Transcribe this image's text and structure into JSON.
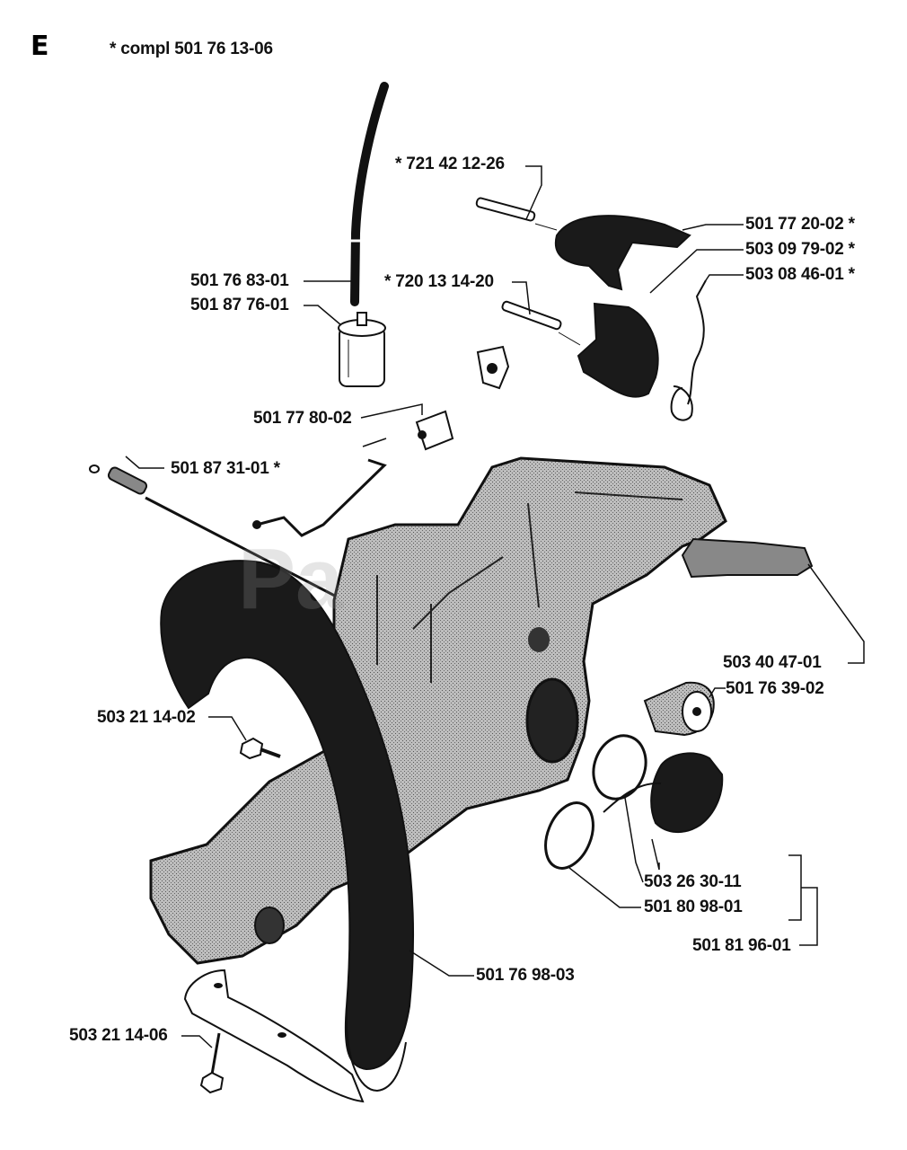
{
  "section_letter": "E",
  "kit_note": "* compl 501 76 13-06",
  "watermark": "Pa",
  "parts": {
    "p1": "* 721 42 12-26",
    "p2": "501 77 20-02 *",
    "p3": "503 09 79-02 *",
    "p4": "503 08 46-01 *",
    "p5": "501 76 83-01",
    "p6": "* 720 13 14-20",
    "p7": "501 87 76-01",
    "p8": "501 77 80-02",
    "p9": "501 87 31-01 *",
    "p10": "503 40 47-01",
    "p11": "501 76 39-02",
    "p12": "503 21 14-02",
    "p13": "503 26 30-11",
    "p14": "501 80 98-01",
    "p15": "501 81 96-01",
    "p16": "501 76 98-03",
    "p17": "503 21 14-06"
  },
  "colors": {
    "ink": "#111111",
    "body_fill": "#8f8f8f",
    "handle_fill": "#1a1a1a"
  }
}
